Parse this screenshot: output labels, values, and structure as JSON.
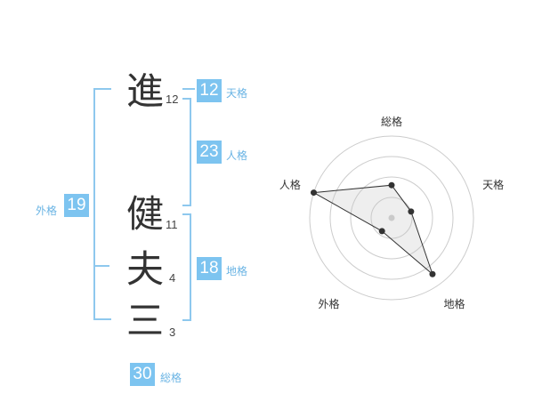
{
  "name_chars": [
    {
      "char": "進",
      "strokes": "12"
    },
    {
      "char": "健",
      "strokes": "11"
    },
    {
      "char": "夫",
      "strokes": "4"
    },
    {
      "char": "三",
      "strokes": "3"
    }
  ],
  "fortunes": {
    "tenkaku": {
      "label": "天格",
      "value": "12"
    },
    "jinkaku": {
      "label": "人格",
      "value": "23"
    },
    "chikaku": {
      "label": "地格",
      "value": "18"
    },
    "gaikaku": {
      "label": "外格",
      "value": "19"
    },
    "soukaku": {
      "label": "総格",
      "value": "30"
    }
  },
  "colors": {
    "accent": "#7dc4f0",
    "bracket": "#8ec8ee"
  },
  "chart_data": {
    "type": "radar",
    "axes": [
      "総格",
      "天格",
      "地格",
      "外格",
      "人格"
    ],
    "values": [
      0.4,
      0.25,
      0.85,
      0.2,
      1.0
    ],
    "rings": 4,
    "range": [
      0,
      1
    ]
  }
}
